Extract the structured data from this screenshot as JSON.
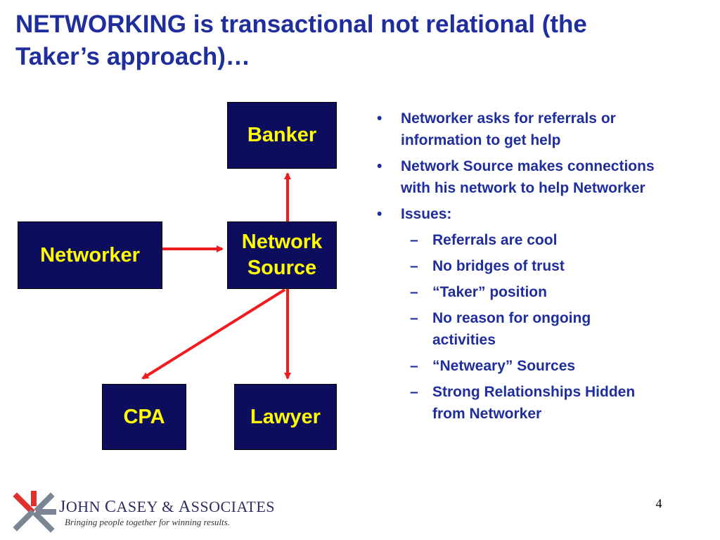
{
  "slide": {
    "title_line1": "NETWORKING is transactional not relational (the",
    "title_line2": "Taker’s approach)…",
    "page_number": "4"
  },
  "diagram": {
    "nodes": {
      "banker": "Banker",
      "networker": "Networker",
      "network_source_line1": "Network",
      "network_source_line2": "Source",
      "cpa": "CPA",
      "lawyer": "Lawyer"
    },
    "arrow_color": "#ee1c1c",
    "node_color": "#0d0d5e",
    "node_text_color": "#ffff00"
  },
  "bullets": [
    {
      "level": 1,
      "marker": "•",
      "text": "Networker asks for referrals or information to get help"
    },
    {
      "level": 1,
      "marker": "•",
      "text": "Network Source makes connections with his network to help Networker"
    },
    {
      "level": 1,
      "marker": "•",
      "text": "Issues:"
    },
    {
      "level": 2,
      "marker": "–",
      "text": "Referrals are cool"
    },
    {
      "level": 2,
      "marker": "–",
      "text": "No bridges of trust"
    },
    {
      "level": 2,
      "marker": "–",
      "text": "“Taker” position"
    },
    {
      "level": 2,
      "marker": "–",
      "text": "No reason for ongoing activities"
    },
    {
      "level": 2,
      "marker": "–",
      "text": "“Netweary” Sources"
    },
    {
      "level": 2,
      "marker": "–",
      "text": "Strong Relationships Hidden from Networker"
    }
  ],
  "logo": {
    "name_initial1": "J",
    "name_rest1": "OHN ",
    "name_initial2": "C",
    "name_rest2": "ASEY & ",
    "name_initial3": "A",
    "name_rest3": "SSOCIATES",
    "tagline": "Bringing people together for winning results."
  }
}
